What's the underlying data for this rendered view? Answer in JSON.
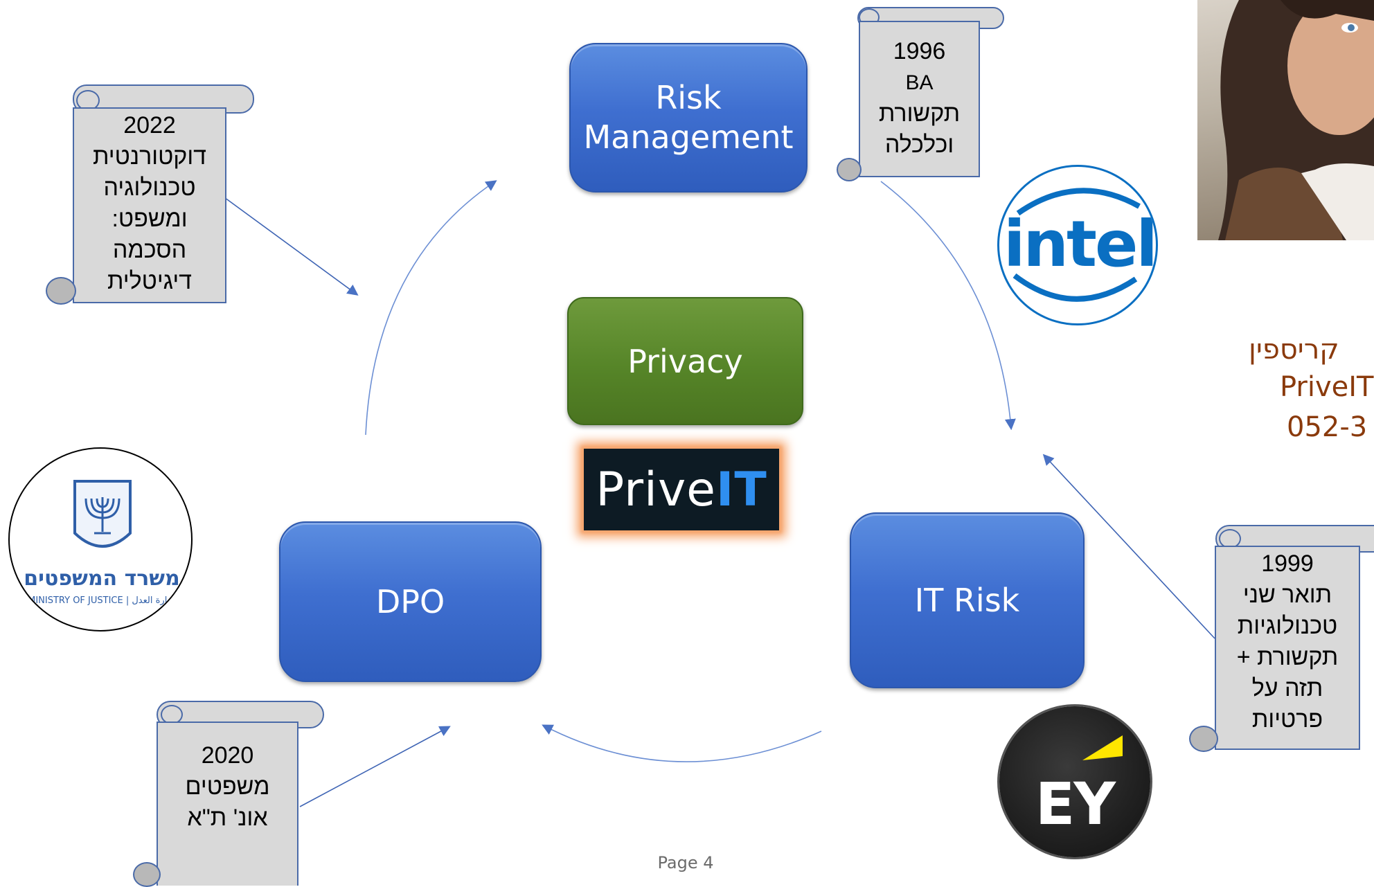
{
  "cycle": {
    "risk_management": "Risk\nManagement",
    "it_risk": "IT Risk",
    "dpo": "DPO"
  },
  "center": {
    "privacy": "Privacy",
    "logo_text": "Prive",
    "logo_accent": "IT"
  },
  "scrolls": {
    "s1996": [
      "1996",
      "BA",
      "תקשורת",
      "וכלכלה"
    ],
    "s2022": [
      "2022",
      "דוקטורנטית",
      "טכנולוגיה",
      "ומשפט:",
      "הסכמה",
      "דיגיטלית"
    ],
    "s1999": [
      "1999",
      "תואר שני",
      "טכנולוגיות",
      "תקשורת +",
      "תזה על",
      "פרטיות"
    ],
    "s2020": [
      "2020",
      "משפטים",
      "אונ' ת\"א"
    ]
  },
  "logos": {
    "intel": "intel",
    "ey": "EY",
    "justice_hebrew": "משרד המשפטים",
    "justice_english": "MINISTRY OF JUSTICE | وزارة العدل"
  },
  "contact": {
    "name": "קריספין",
    "company": "PriveIT",
    "phone": "052-3"
  },
  "footer": {
    "page": "Page 4"
  },
  "colors": {
    "cycle_blue": "#3f6fd0",
    "privacy_green": "#568528",
    "contact_brown": "#8a3a0c",
    "scroll_gray": "#d9d9d9",
    "arrow_blue": "#4a72c4"
  }
}
